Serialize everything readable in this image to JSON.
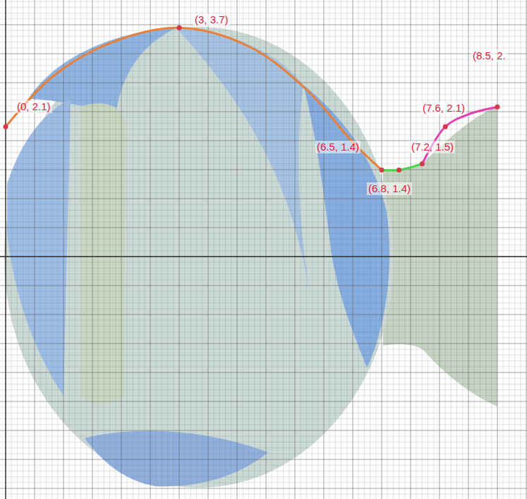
{
  "diagram": {
    "labels": [
      "(0, 2.1)",
      "(3, 3.7)",
      "(8.5, 2.",
      "(7.6, 2.1)",
      "(6.5, 1.4)",
      "(7.2, 1.5)",
      "(6.8, 1.4)"
    ]
  }
}
